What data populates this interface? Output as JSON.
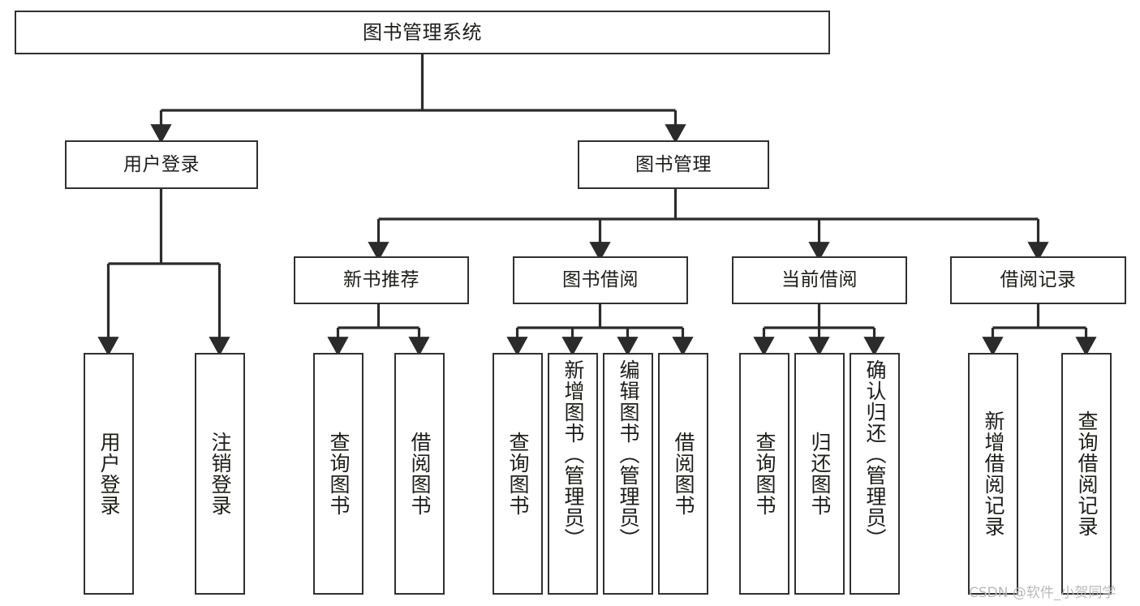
{
  "diagram": {
    "title": "图书管理系统",
    "type": "tree-hierarchy-functional-structure",
    "colors": {
      "box_border": "#30302f",
      "box_fill": "#ffffff",
      "edge": "#2b2b2b",
      "text": "#1d1d1b",
      "background": "#ffffff",
      "watermark": "#b9b9b9"
    },
    "root": {
      "label": "图书管理系统"
    },
    "level2": [
      {
        "label": "用户登录"
      },
      {
        "label": "图书管理"
      }
    ],
    "level3": [
      {
        "label": "新书推荐"
      },
      {
        "label": "图书借阅"
      },
      {
        "label": "当前借阅"
      },
      {
        "label": "借阅记录"
      }
    ],
    "leaves": {
      "user_login": [
        {
          "label": "用户登录"
        },
        {
          "label": "注销登录"
        }
      ],
      "new_book_recommend": [
        {
          "label": "查询图书"
        },
        {
          "label": "借阅图书"
        }
      ],
      "book_borrow": [
        {
          "label": "查询图书"
        },
        {
          "label": "新增图书（管理员）"
        },
        {
          "label": "编辑图书（管理员）"
        },
        {
          "label": "借阅图书"
        }
      ],
      "current_borrow": [
        {
          "label": "查询图书"
        },
        {
          "label": "归还图书"
        },
        {
          "label": "确认归还（管理员）"
        }
      ],
      "borrow_record": [
        {
          "label": "新增借阅记录"
        },
        {
          "label": "查询借阅记录"
        }
      ]
    }
  },
  "watermark": {
    "text": "CSDN @软件_小贺同学"
  }
}
